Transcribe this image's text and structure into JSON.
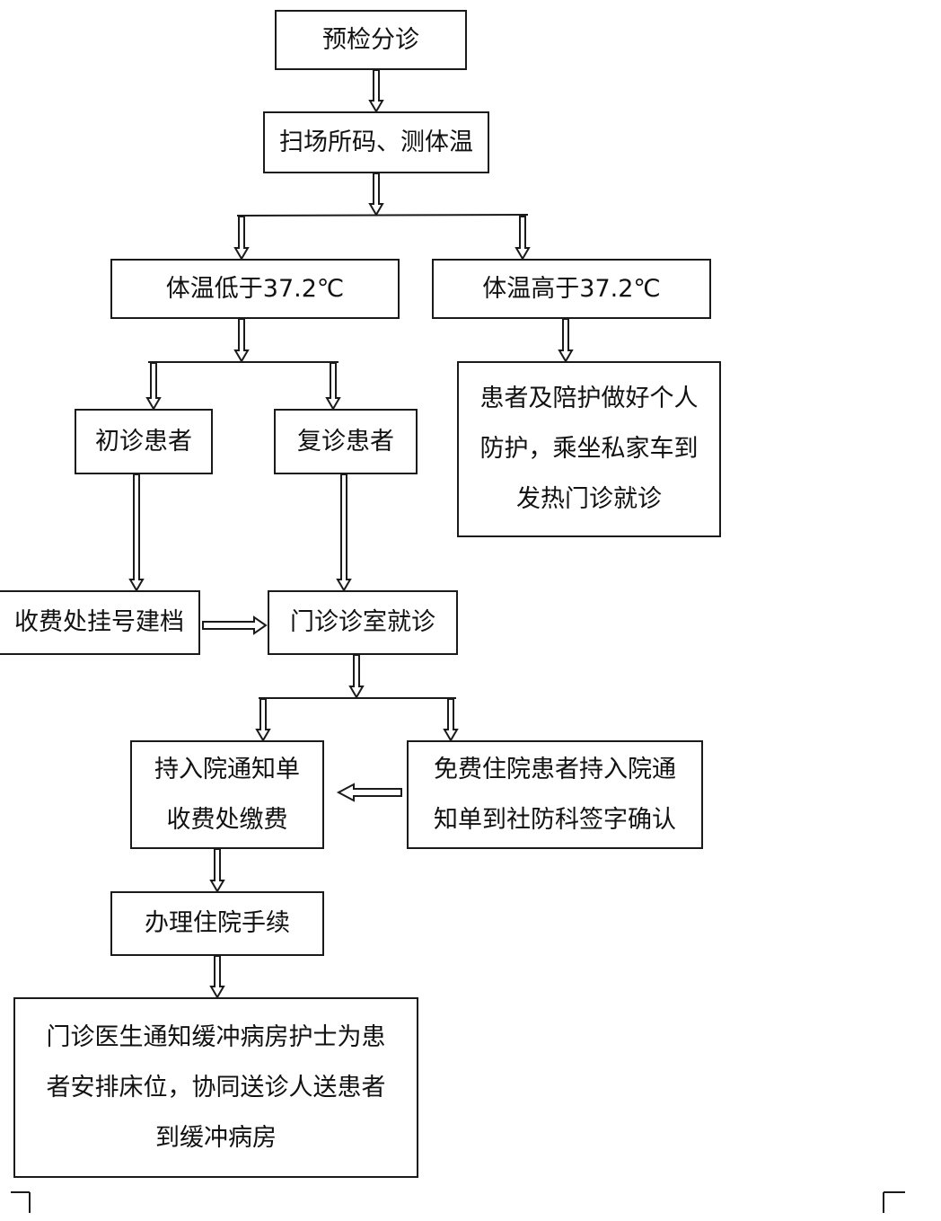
{
  "nodes": {
    "triage": "预检分诊",
    "scan": "扫场所码、测体温",
    "temp_low": "体温低于37.2℃",
    "temp_high": "体温高于37.2℃",
    "fever": [
      "患者及陪护做好个人",
      "防护，乘坐私家车到",
      "发热门诊就诊"
    ],
    "first_visit": "初诊患者",
    "revisit": "复诊患者",
    "register": "收费处挂号建档",
    "outpatient": "门诊诊室就诊",
    "pay": [
      "持入院通知单",
      "收费处缴费"
    ],
    "free": [
      "免费住院患者持入院通",
      "知单到社防科签字确认"
    ],
    "admission": "办理住院手续",
    "buffer": [
      "门诊医生通知缓冲病房护士为患",
      "者安排床位，协同送诊人送患者",
      "到缓冲病房"
    ]
  },
  "colors": {
    "stroke": "#1a1a1a",
    "text": "#111111",
    "background": "#ffffff"
  }
}
